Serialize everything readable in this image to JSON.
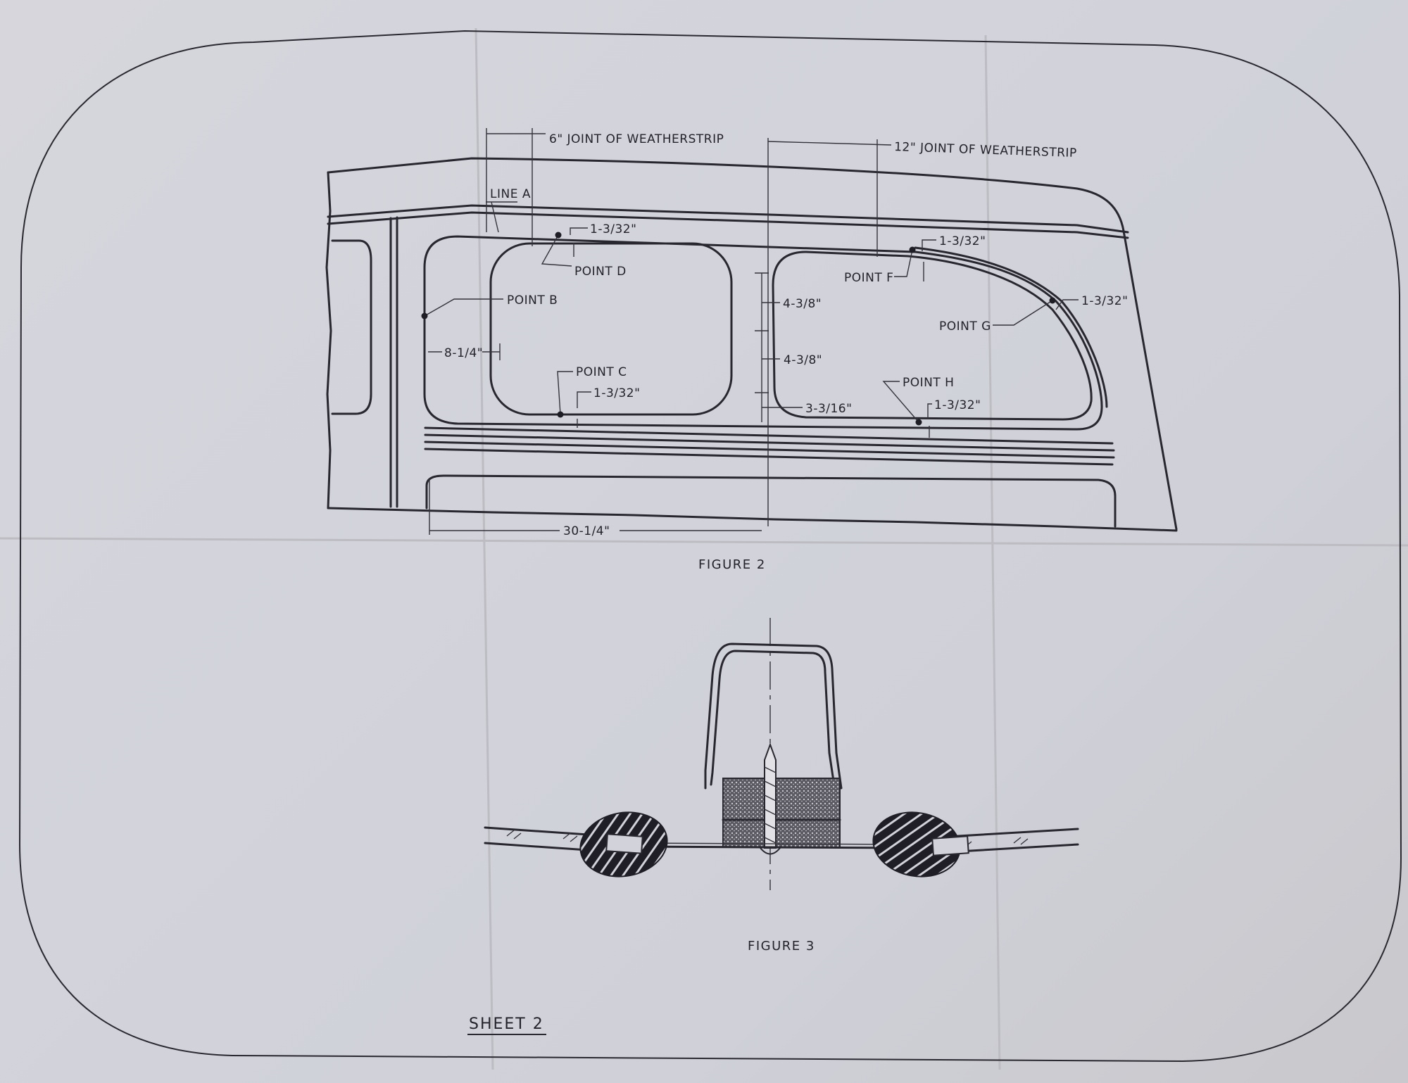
{
  "figure2": {
    "caption": "FIGURE 2",
    "joint_6": "6\" JOINT OF WEATHERSTRIP",
    "joint_12": "12\" JOINT OF WEATHERSTRIP",
    "line_a": "LINE A",
    "points": {
      "b": "POINT B",
      "c": "POINT C",
      "d": "POINT D",
      "f": "POINT F",
      "g": "POINT G",
      "h": "POINT H"
    },
    "dims": {
      "d_offset": "1-3/32\"",
      "c_offset": "1-3/32\"",
      "f_offset": "1-3/32\"",
      "g_offset": "1-3/32\"",
      "h_offset": "1-3/32\"",
      "b_width": "8-1/4\"",
      "upper_438": "4-3/8\"",
      "lower_438": "4-3/8\"",
      "bottom_3316": "3-3/16\"",
      "overall": "30-1/4\""
    }
  },
  "figure3": {
    "caption": "FIGURE 3"
  },
  "sheet_label": "SHEET 2",
  "colors": {
    "paper": "#d2d3da",
    "ink": "#28262e"
  }
}
